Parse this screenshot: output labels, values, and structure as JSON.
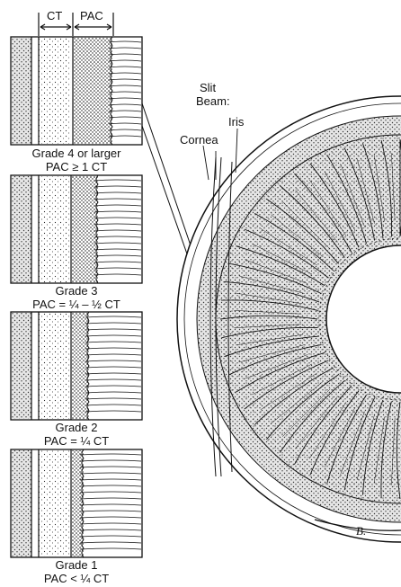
{
  "header": {
    "ct_label": "CT",
    "pac_label": "PAC"
  },
  "panels": [
    {
      "grade": "Grade 4 or larger",
      "formula": "PAC ≥ 1 CT"
    },
    {
      "grade": "Grade 3",
      "formula": "PAC = ¼ – ½ CT"
    },
    {
      "grade": "Grade 2",
      "formula": "PAC = ¼ CT"
    },
    {
      "grade": "Grade 1",
      "formula": "PAC < ¼ CT"
    }
  ],
  "eye_labels": {
    "slit": "Slit",
    "beam": "Beam:",
    "iris": "Iris",
    "cornea": "Cornea",
    "signature": "B."
  },
  "colors": {
    "ink": "#111111",
    "background": "#ffffff"
  }
}
